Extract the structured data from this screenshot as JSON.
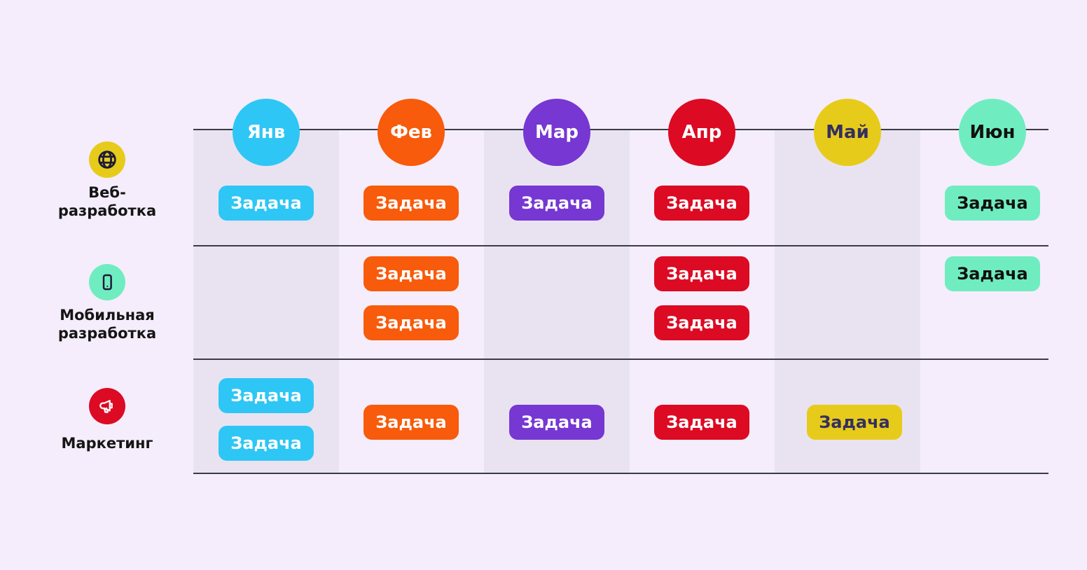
{
  "style": {
    "background": "#F5EDFB",
    "stripe": "#E9E3F1",
    "line": "#3B3B45"
  },
  "months": [
    {
      "label": "Янв",
      "color": "#2EC6F5",
      "text_color": "#FFFFFF"
    },
    {
      "label": "Фев",
      "color": "#F75B0B",
      "text_color": "#FFFFFF"
    },
    {
      "label": "Мар",
      "color": "#7637D2",
      "text_color": "#FFFFFF"
    },
    {
      "label": "Апр",
      "color": "#DC0A23",
      "text_color": "#FFFFFF"
    },
    {
      "label": "Май",
      "color": "#E7CB1B",
      "text_color": "#343060"
    },
    {
      "label": "Июн",
      "color": "#70EDC0",
      "text_color": "#111111"
    }
  ],
  "categories": [
    {
      "label": "Веб-разработка",
      "icon": "globe-icon",
      "icon_bg": "#E7CB1B",
      "icon_color": "#1C1B3A"
    },
    {
      "label": "Мобильная разработка",
      "icon": "smartphone-icon",
      "icon_bg": "#70EDC0",
      "icon_color": "#1C1B3A"
    },
    {
      "label": "Маркетинг",
      "icon": "megaphone-icon",
      "icon_bg": "#DC0A23",
      "icon_color": "#FFFFFF"
    }
  ],
  "tasks": [
    {
      "label": "Задача",
      "category": "Веб-разработка",
      "month": "Янв",
      "color": "#2EC6F5",
      "text_color": "#FFFFFF"
    },
    {
      "label": "Задача",
      "category": "Веб-разработка",
      "month": "Фев",
      "color": "#F75B0B",
      "text_color": "#FFFFFF"
    },
    {
      "label": "Задача",
      "category": "Веб-разработка",
      "month": "Мар",
      "color": "#7637D2",
      "text_color": "#FFFFFF"
    },
    {
      "label": "Задача",
      "category": "Веб-разработка",
      "month": "Апр",
      "color": "#DC0A23",
      "text_color": "#FFFFFF"
    },
    {
      "label": "Задача",
      "category": "Веб-разработка",
      "month": "Июн",
      "color": "#70EDC0",
      "text_color": "#111111"
    },
    {
      "label": "Задача",
      "category": "Мобильная разработка",
      "month": "Фев",
      "color": "#F75B0B",
      "text_color": "#FFFFFF"
    },
    {
      "label": "Задача",
      "category": "Мобильная разработка",
      "month": "Фев",
      "color": "#F75B0B",
      "text_color": "#FFFFFF"
    },
    {
      "label": "Задача",
      "category": "Мобильная разработка",
      "month": "Апр",
      "color": "#DC0A23",
      "text_color": "#FFFFFF"
    },
    {
      "label": "Задача",
      "category": "Мобильная разработка",
      "month": "Апр",
      "color": "#DC0A23",
      "text_color": "#FFFFFF"
    },
    {
      "label": "Задача",
      "category": "Мобильная разработка",
      "month": "Июн",
      "color": "#70EDC0",
      "text_color": "#111111"
    },
    {
      "label": "Задача",
      "category": "Маркетинг",
      "month": "Янв",
      "color": "#2EC6F5",
      "text_color": "#FFFFFF"
    },
    {
      "label": "Задача",
      "category": "Маркетинг",
      "month": "Янв",
      "color": "#2EC6F5",
      "text_color": "#FFFFFF"
    },
    {
      "label": "Задача",
      "category": "Маркетинг",
      "month": "Фев",
      "color": "#F75B0B",
      "text_color": "#FFFFFF"
    },
    {
      "label": "Задача",
      "category": "Маркетинг",
      "month": "Мар",
      "color": "#7637D2",
      "text_color": "#FFFFFF"
    },
    {
      "label": "Задача",
      "category": "Маркетинг",
      "month": "Апр",
      "color": "#DC0A23",
      "text_color": "#FFFFFF"
    },
    {
      "label": "Задача",
      "category": "Маркетинг",
      "month": "Май",
      "color": "#E7CB1B",
      "text_color": "#343060"
    }
  ]
}
